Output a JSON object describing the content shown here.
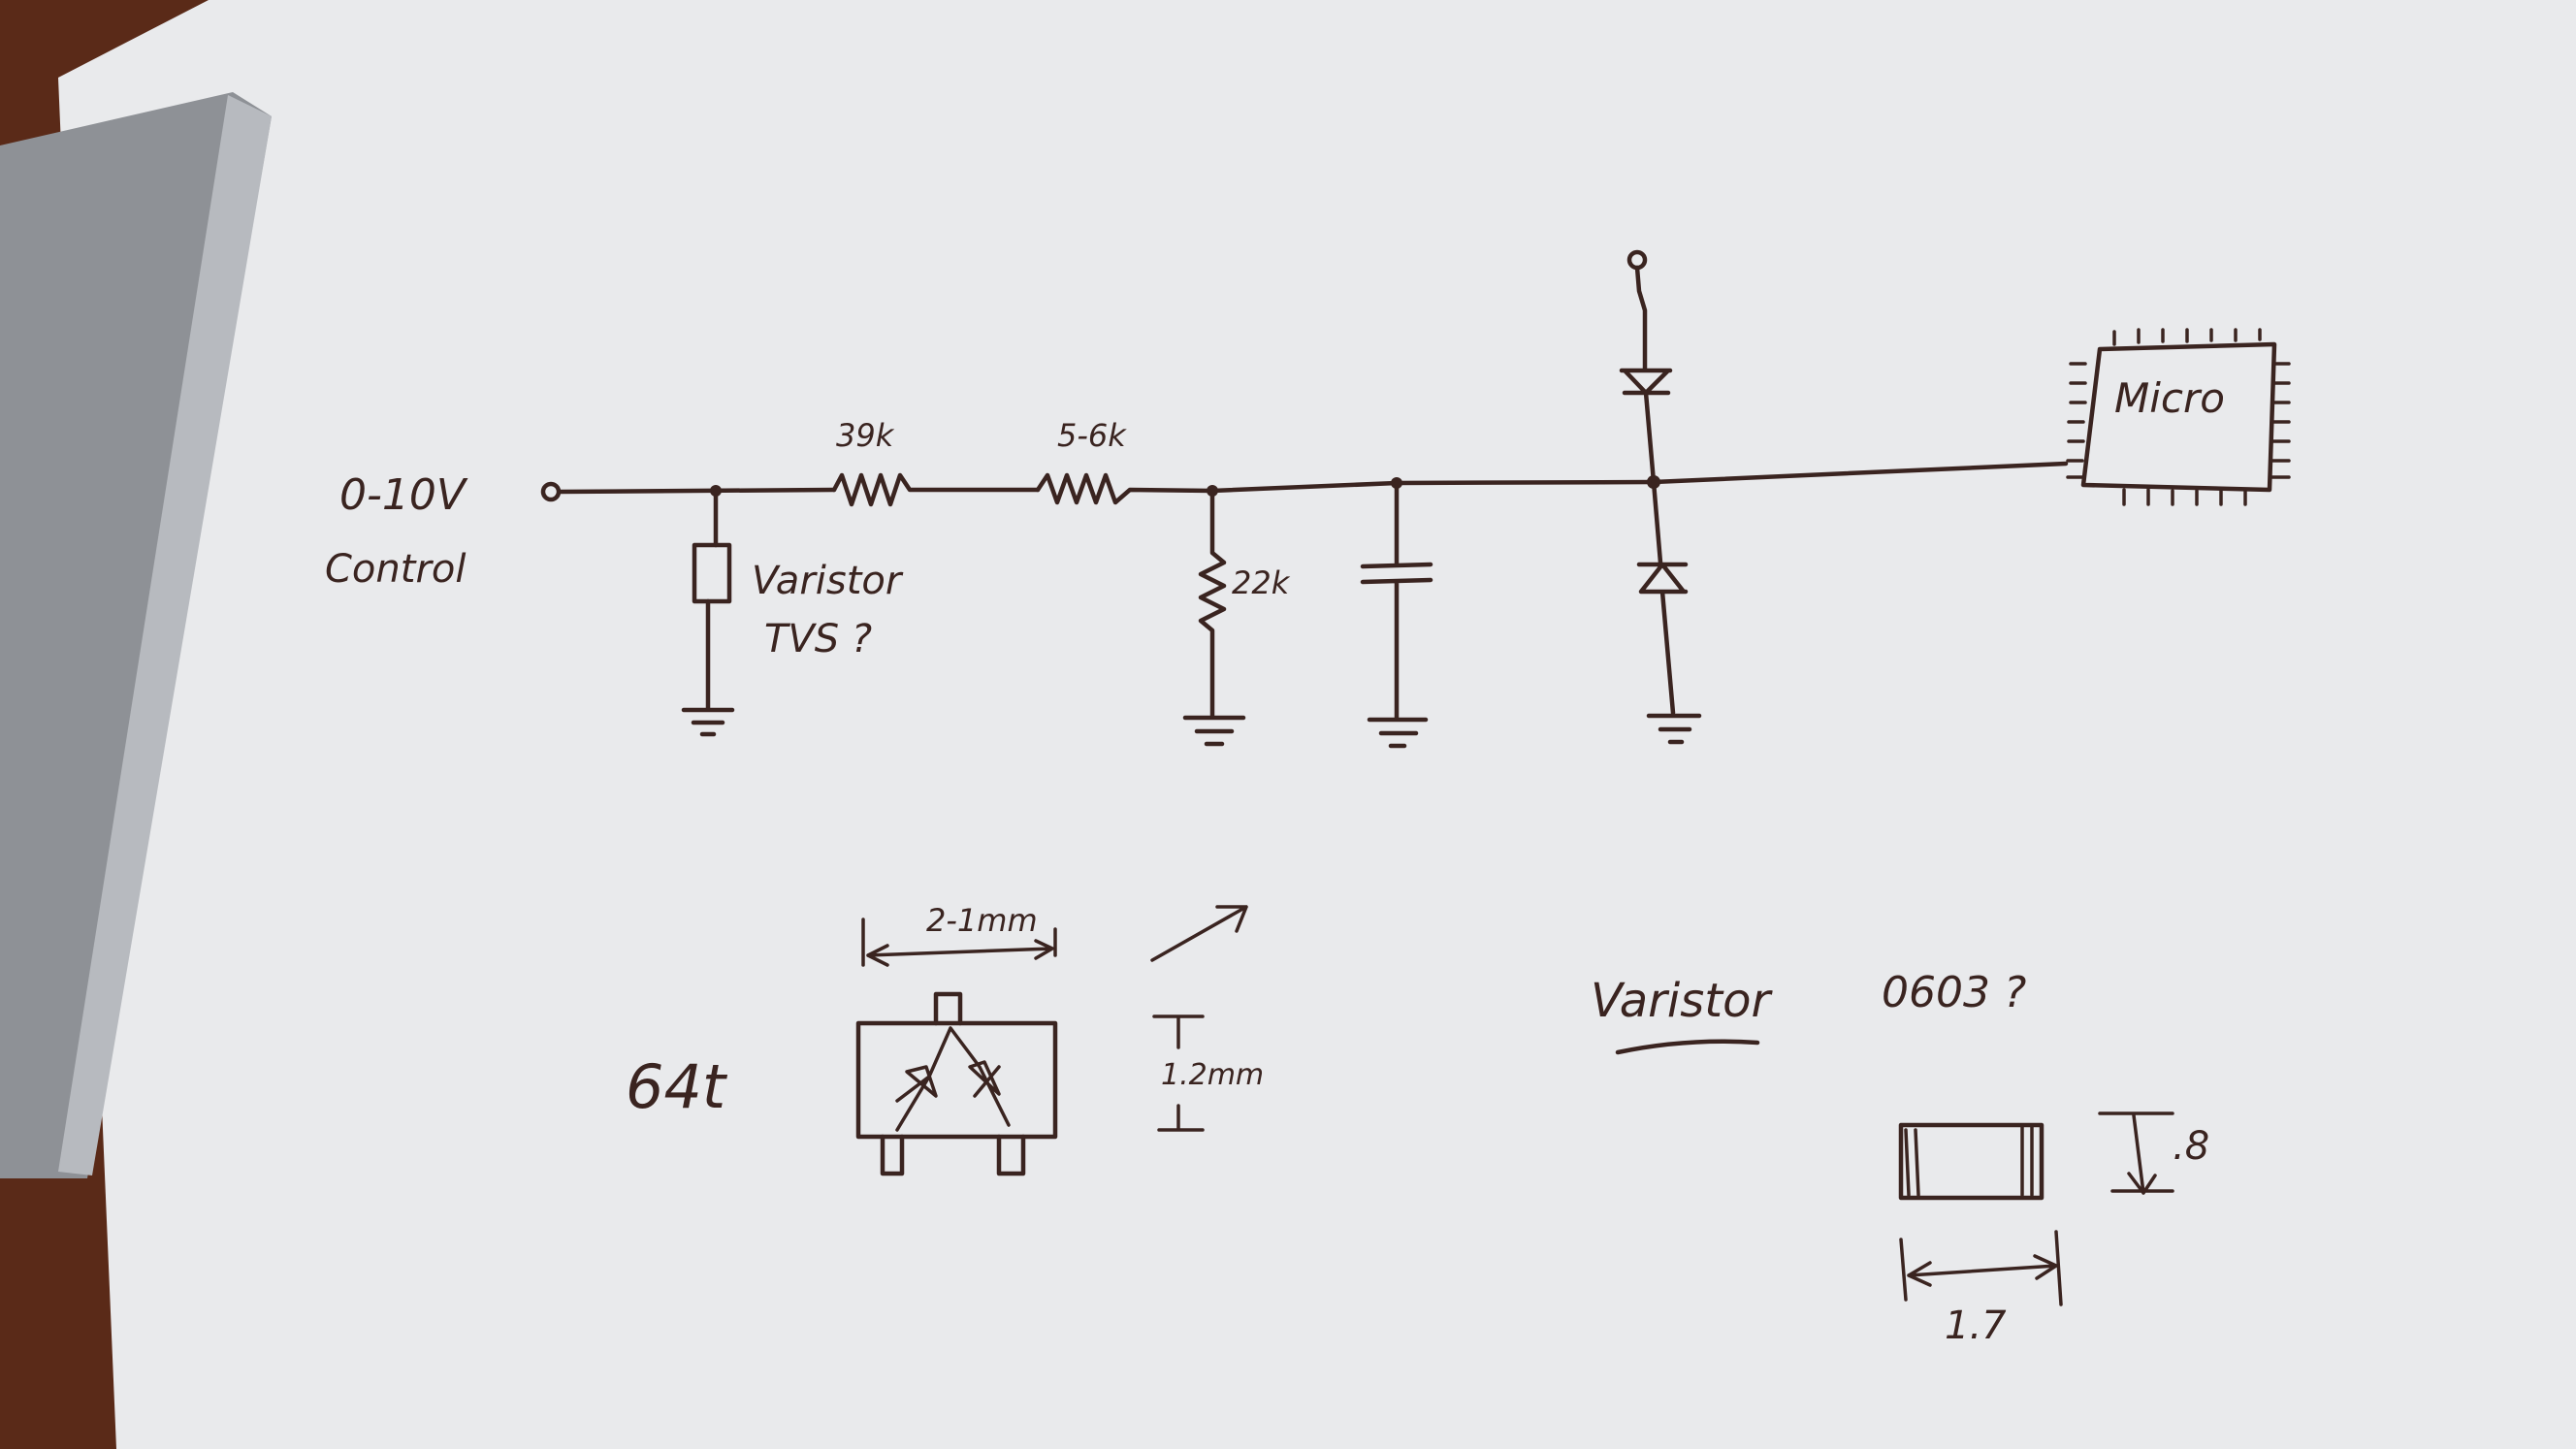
{
  "colors": {
    "paper": "#e9eaec",
    "ink": "#3a2420",
    "wood": "#5a2a18",
    "clip_metal": "#8e9196"
  },
  "schematic": {
    "input_label_line1": "0-10V",
    "input_label_line2": "Control",
    "r1_label": "39k",
    "r2_label": "5-6k",
    "r3_label": "22k",
    "varistor_label_line1": "Varistor",
    "varistor_label_line2": "TVS ?",
    "micro_label": "Micro"
  },
  "package_sketch": {
    "name": "64t",
    "width_dim": "2-1mm",
    "height_dim": "1.2mm"
  },
  "varistor_note": {
    "title": "Varistor",
    "package": "0603 ?",
    "height_dim": ".8",
    "length_dim": "1.7"
  }
}
